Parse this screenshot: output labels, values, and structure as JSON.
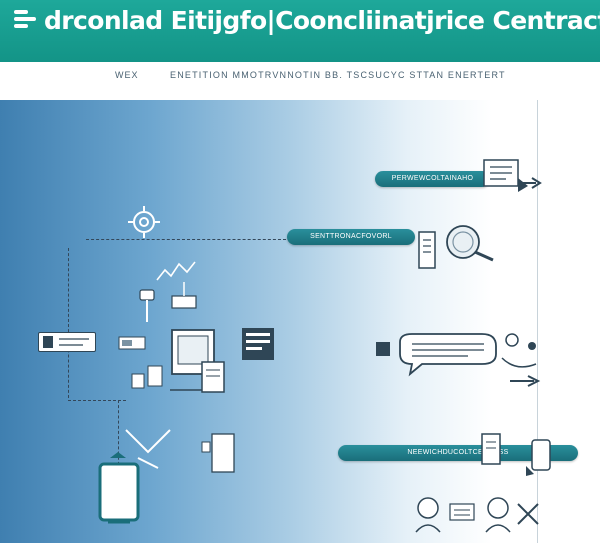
{
  "header": {
    "title": "drconlad Eitijgfo|Cooncliinatjrice Centract"
  },
  "subbar": {
    "left_text": "WEX",
    "right_text": "ENETITION MMOTRVNNOTIN BB. TSCSUCYC STTAN ENERTERT"
  },
  "diagram": {
    "labels": {
      "pill_1": "PERWEWCOLTAINAHO",
      "pill_2": "SENTTRONACFOVORL",
      "pill_3": "NEEWICHDUCOLTCERRESS"
    }
  },
  "colors": {
    "header_bg": "#1ea89a",
    "pill_bg": "#1a6e7a",
    "diagram_left": "#3f7fb0",
    "diagram_right": "#ffffff",
    "line_dark": "#33475a"
  },
  "icons": [
    "menu-lines-icon",
    "document-icon",
    "magnifier-icon",
    "chat-bubble-icon",
    "monitor-icon",
    "envelope-icon",
    "arrow-right-icon",
    "person-icon",
    "folder-icon",
    "scanner-icon",
    "gear-icon"
  ]
}
